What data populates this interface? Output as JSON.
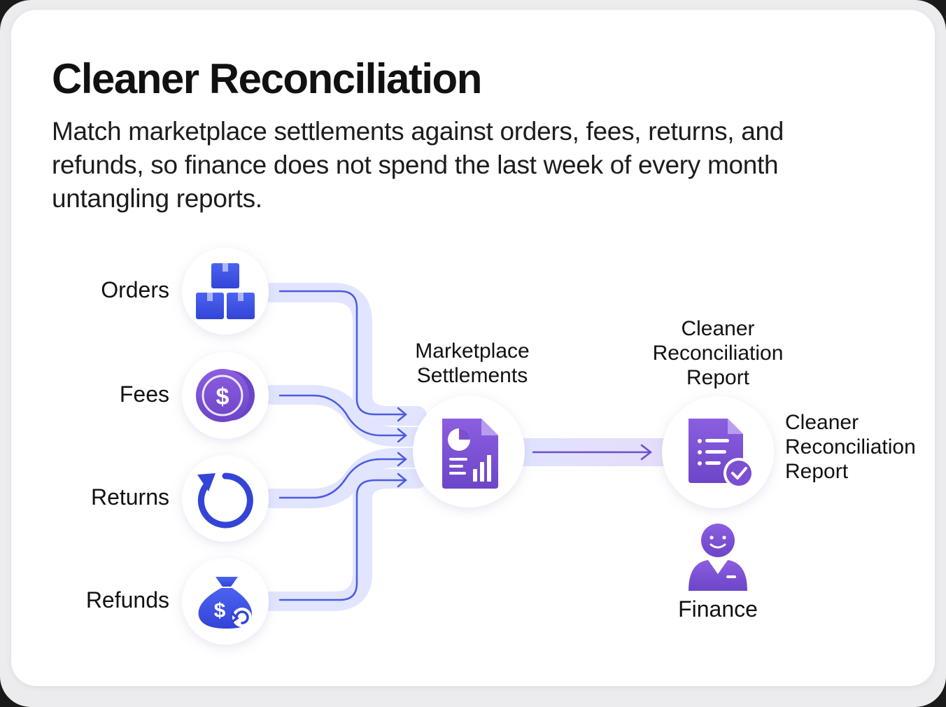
{
  "header": {
    "title": "Cleaner Reconciliation",
    "subtitle": "Match marketplace settlements against orders, fees, returns, and refunds, so finance does not spend the last week of every month untangling reports."
  },
  "colors": {
    "blue": "#3b4fe0",
    "purple": "#7b4fd0",
    "flow_band": "#e3e6ff",
    "arrow_line": "#4a5ce0"
  },
  "diagram": {
    "inputs": [
      {
        "label": "Orders",
        "icon": "boxes-icon"
      },
      {
        "label": "Fees",
        "icon": "dollar-coin-icon"
      },
      {
        "label": "Returns",
        "icon": "return-arrow-icon"
      },
      {
        "label": "Refunds",
        "icon": "money-bag-refund-icon"
      }
    ],
    "hub": {
      "label_line1": "Marketplace",
      "label_line2": "Settlements",
      "icon": "report-chart-icon"
    },
    "output": {
      "top_label_line1": "Cleaner",
      "top_label_line2": "Reconciliation",
      "top_label_line3": "Report",
      "side_label_line1": "Cleaner",
      "side_label_line2": "Reconciliation",
      "side_label_line3": "Report",
      "icon": "checked-document-icon"
    },
    "recipient": {
      "label": "Finance",
      "icon": "finance-person-icon"
    }
  }
}
